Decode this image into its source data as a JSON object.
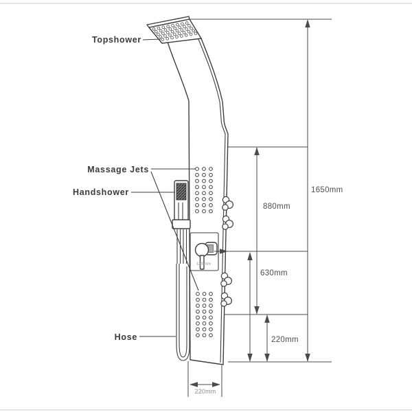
{
  "drawing": {
    "component_labels": {
      "topshower": "Topshower",
      "massage_jets": "Massage Jets",
      "handshower": "Handshower",
      "hose": "Hose"
    },
    "dimension_labels": {
      "total_height": "1650mm",
      "upper_jets_span": "880mm",
      "mixer_to_floor": "630mm",
      "lower_jets_to_floor": "220mm",
      "panel_width": "220mm",
      "mixer_width": "110mm"
    },
    "colors": {
      "line": "#3e3e3e",
      "dimension_line": "#4a4a4a",
      "label_text": "#3a3a3a",
      "dimension_text": "#4f4f4f",
      "faint_detail": "#d8d8d8",
      "background": "#ffffff"
    }
  }
}
